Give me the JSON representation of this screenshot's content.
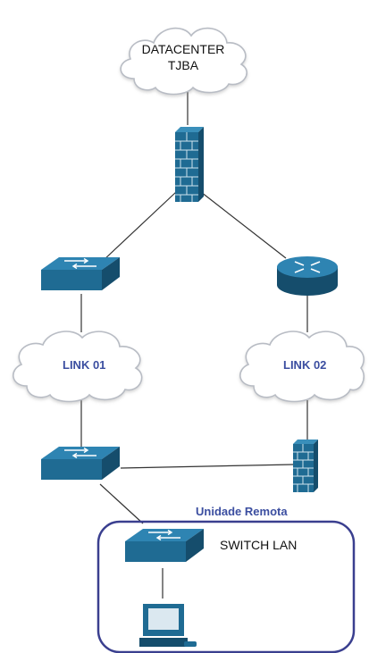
{
  "nodes": {
    "datacenter": {
      "line1": "DATACENTER",
      "line2": "TJBA"
    },
    "link01": {
      "label": "LINK 01"
    },
    "link02": {
      "label": "LINK 02"
    },
    "remote_unit": {
      "label": "Unidade Remota"
    },
    "switch_lan": {
      "label": "SWITCH LAN"
    }
  },
  "colors": {
    "device_fill": "#1f6b93",
    "device_dark": "#154d6c",
    "cloud_stroke": "#b8bcc4",
    "link_text": "#3b4ea0",
    "remote_border": "#3a3f8f",
    "wire": "#333333"
  },
  "icons": [
    "cloud-icon",
    "firewall-icon",
    "switch-icon",
    "router-icon",
    "computer-icon"
  ]
}
